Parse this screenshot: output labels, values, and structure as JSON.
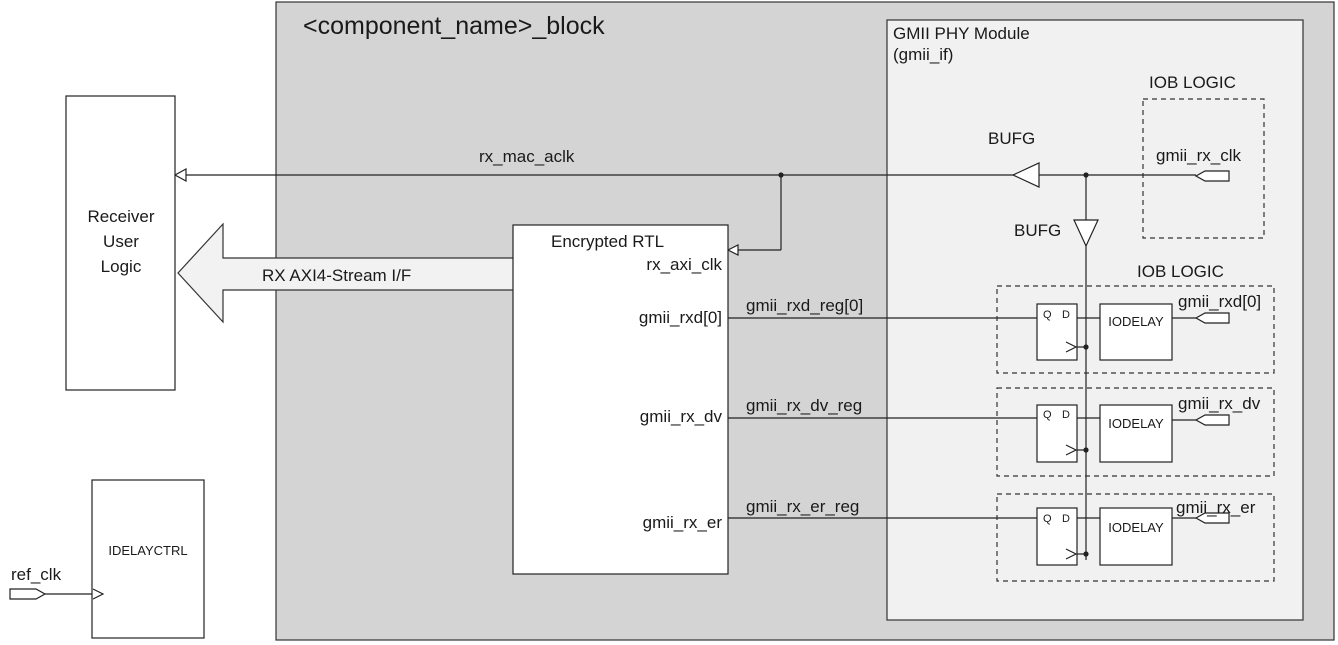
{
  "block": {
    "title": "<component_name>_block",
    "fill": "#d4d4d4"
  },
  "phy_module": {
    "title_line1": "GMII PHY Module",
    "title_line2": "(gmii_if)",
    "fill": "#f1f1f1"
  },
  "iob_logic_clk": {
    "label": "IOB LOGIC",
    "pin": "gmii_rx_clk"
  },
  "iob_logic_group": {
    "label": "IOB LOGIC"
  },
  "bufg_labels": [
    "BUFG",
    "BUFG"
  ],
  "clock_net": {
    "label": "rx_mac_aclk"
  },
  "receiver": {
    "line1": "Receiver",
    "line2": "User",
    "line3": "Logic"
  },
  "axi_stream": {
    "label": "RX AXI4-Stream I/F",
    "fill": "#f2f2f2"
  },
  "encrypted_rtl": {
    "title": "Encrypted RTL",
    "clk_port": "rx_axi_clk",
    "ports": [
      "gmii_rxd[0]",
      "gmii_rx_dv",
      "gmii_rx_er"
    ]
  },
  "reg_signals": [
    "gmii_rxd_reg[0]",
    "gmii_rx_dv_reg",
    "gmii_rx_er_reg"
  ],
  "iob_channels": [
    {
      "pin": "gmii_rxd[0]",
      "delay": "IODELAY",
      "ff_q": "Q",
      "ff_d": "D"
    },
    {
      "pin": "gmii_rx_dv",
      "delay": "IODELAY",
      "ff_q": "Q",
      "ff_d": "D"
    },
    {
      "pin": "gmii_rx_er",
      "delay": "IODELAY",
      "ff_q": "Q",
      "ff_d": "D"
    }
  ],
  "idelayctrl": {
    "label": "IDELAYCTRL",
    "input": "ref_clk"
  }
}
